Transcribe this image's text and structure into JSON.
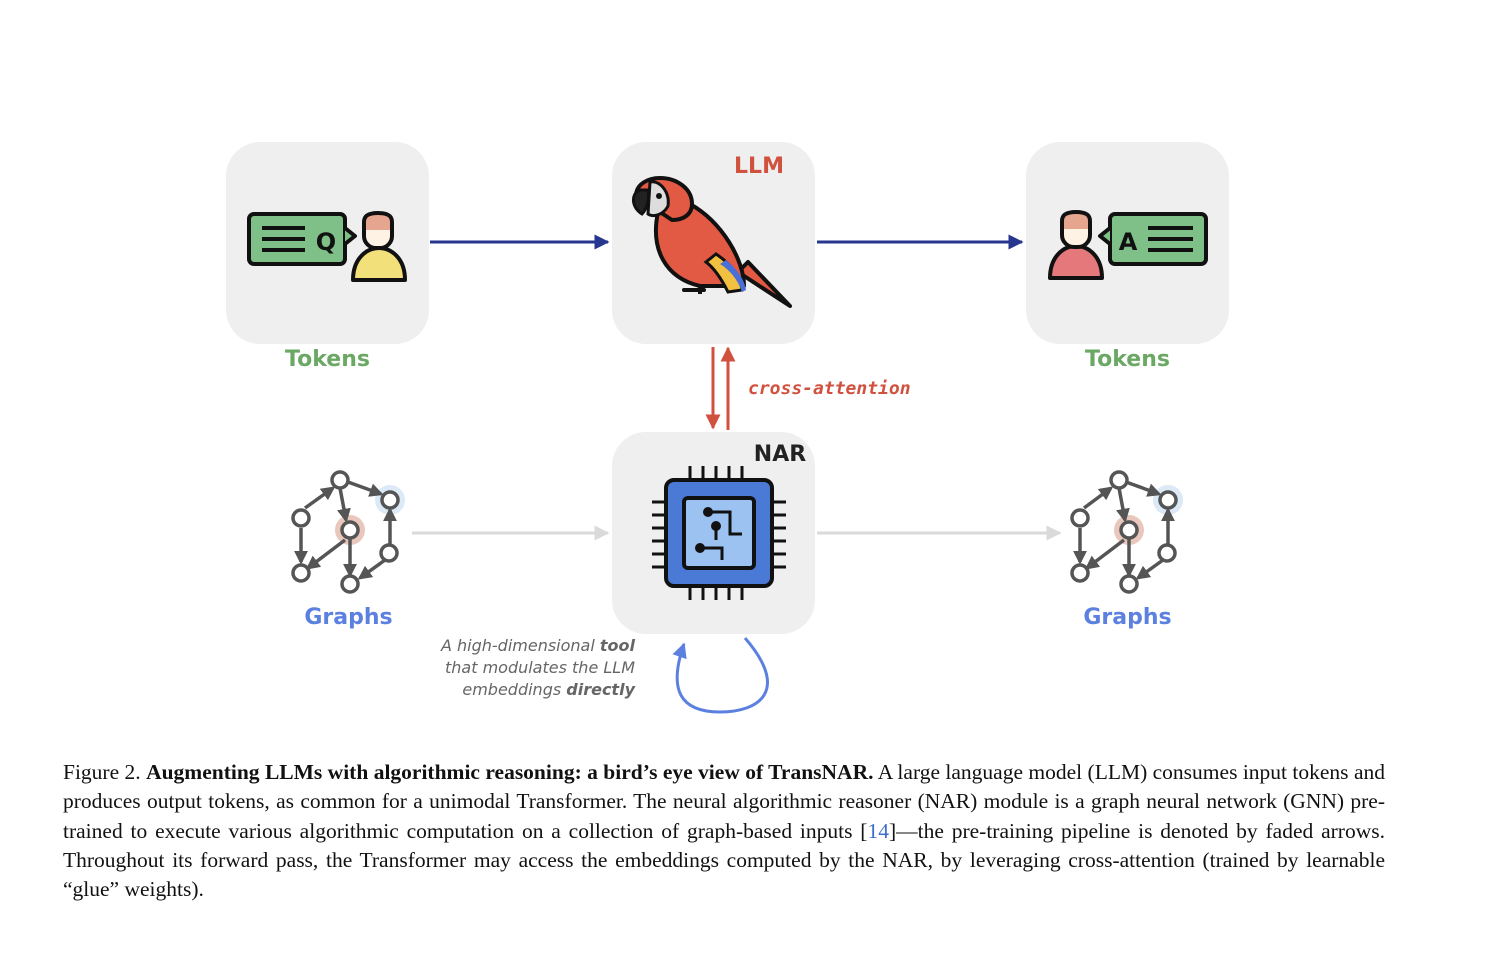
{
  "figure": {
    "labels": {
      "tokens_in": "Tokens",
      "tokens_out": "Tokens",
      "llm": "LLM",
      "nar": "NAR",
      "graphs_in": "Graphs",
      "graphs_out": "Graphs",
      "cross_attention": "cross-attention",
      "q_letter": "Q",
      "a_letter": "A"
    },
    "annotation": {
      "line1_pre": "A high-dimensional ",
      "line1_bold": "tool",
      "line2": "that modulates the LLM",
      "line3_pre": "embeddings ",
      "line3_bold": "directly"
    },
    "colors": {
      "tokens": "#6aa864",
      "graphs": "#5b80e0",
      "llm": "#d1513f",
      "main_arrow": "#27368f",
      "faded_arrow": "#dadada",
      "cross_attention": "#d1513f",
      "loop": "#5b80e0"
    },
    "icons": [
      "question-bubble-icon",
      "person-icon",
      "parrot-icon",
      "answer-bubble-icon",
      "graph-icon",
      "chip-icon"
    ]
  },
  "caption": {
    "prefix": "Figure 2. ",
    "bold": "Augmenting LLMs with algorithmic reasoning: a bird’s eye view of TransNAR.",
    "text1": " A large language model (LLM) consumes input tokens and produces output tokens, as common for a unimodal Transformer.  The neural algorithmic reasoner (NAR) module is a graph neural network (GNN) pre-trained to execute various algorithmic computation on a collection of graph-based inputs [",
    "cite": "14",
    "text2": "]—the pre-training pipeline is denoted by faded arrows. Throughout its forward pass, the Transformer may access the embeddings computed by the NAR, by leveraging cross-attention (trained by learnable “glue” weights)."
  }
}
